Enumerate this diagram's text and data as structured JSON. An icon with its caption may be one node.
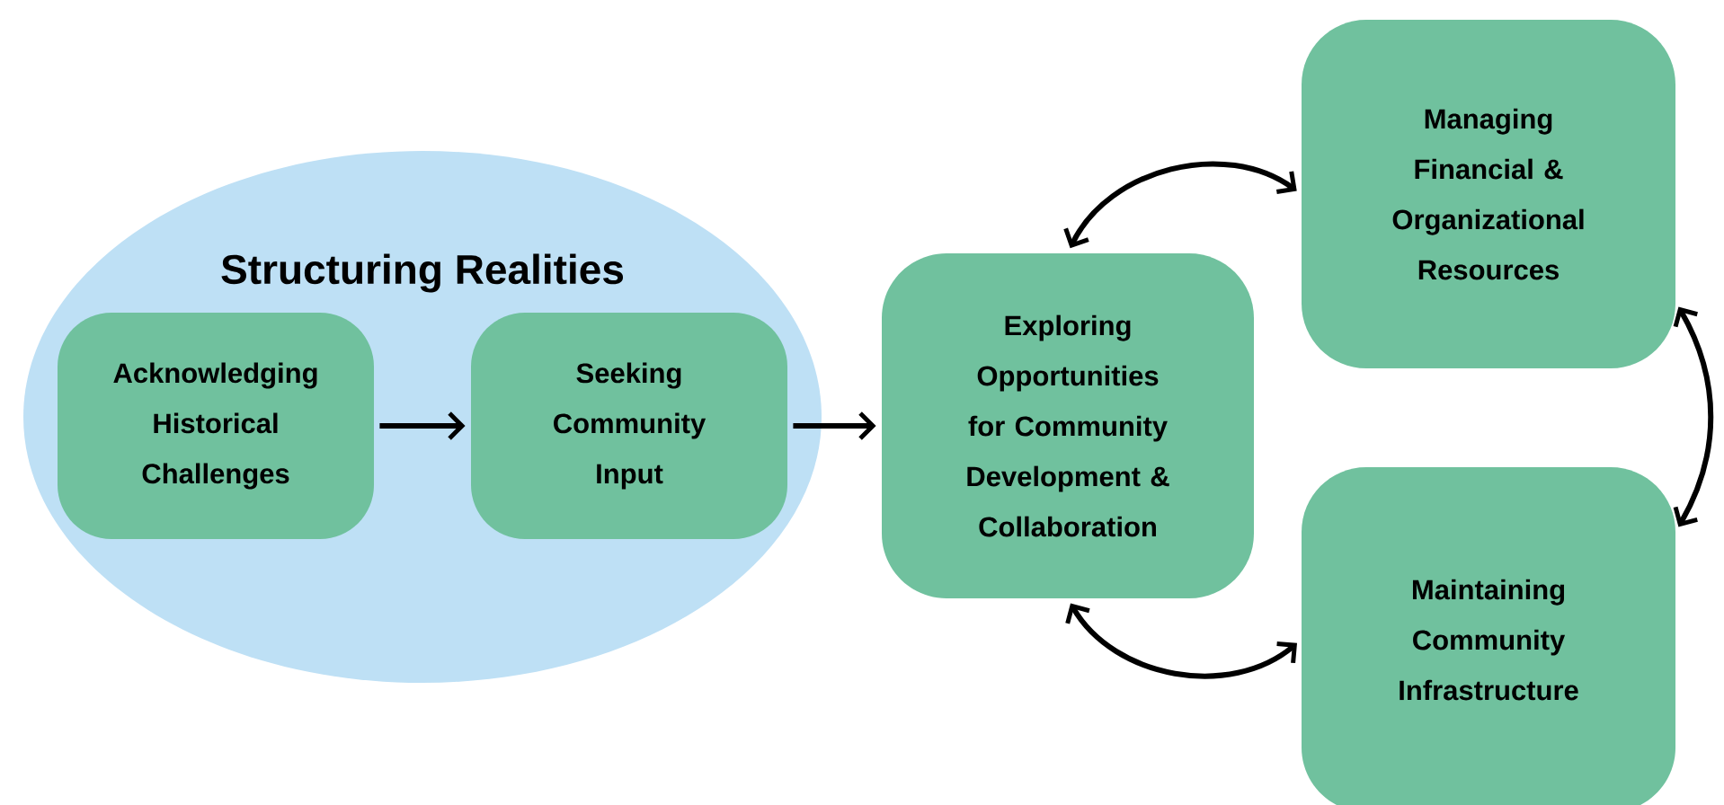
{
  "diagram": {
    "nodes": [
      {
        "text": [
          "Structuring Realities"
        ]
      },
      {
        "text": [
          "Acknowledging Historical Challenges"
        ],
        "in": 0
      },
      {
        "text": [
          "Seeking Community Input"
        ],
        "in": 0
      },
      {
        "text": [
          "Exploring Opportunities for Community Development & Collaboration"
        ]
      },
      {
        "text": [
          "Managing Financial & Organizational Resources"
        ]
      },
      {
        "text": [
          "Maintaining Community Infrastructure"
        ]
      }
    ],
    "edges": [
      {
        "from": 1,
        "to": 2,
        "arrow": "to"
      },
      {
        "from": 2,
        "to": 3,
        "arrow": "to"
      },
      {
        "from": 3,
        "to": 4,
        "arrow": "both"
      },
      {
        "from": 4,
        "to": 5,
        "arrow": "both"
      },
      {
        "from": 3,
        "to": 5,
        "arrow": "both"
      }
    ]
  }
}
